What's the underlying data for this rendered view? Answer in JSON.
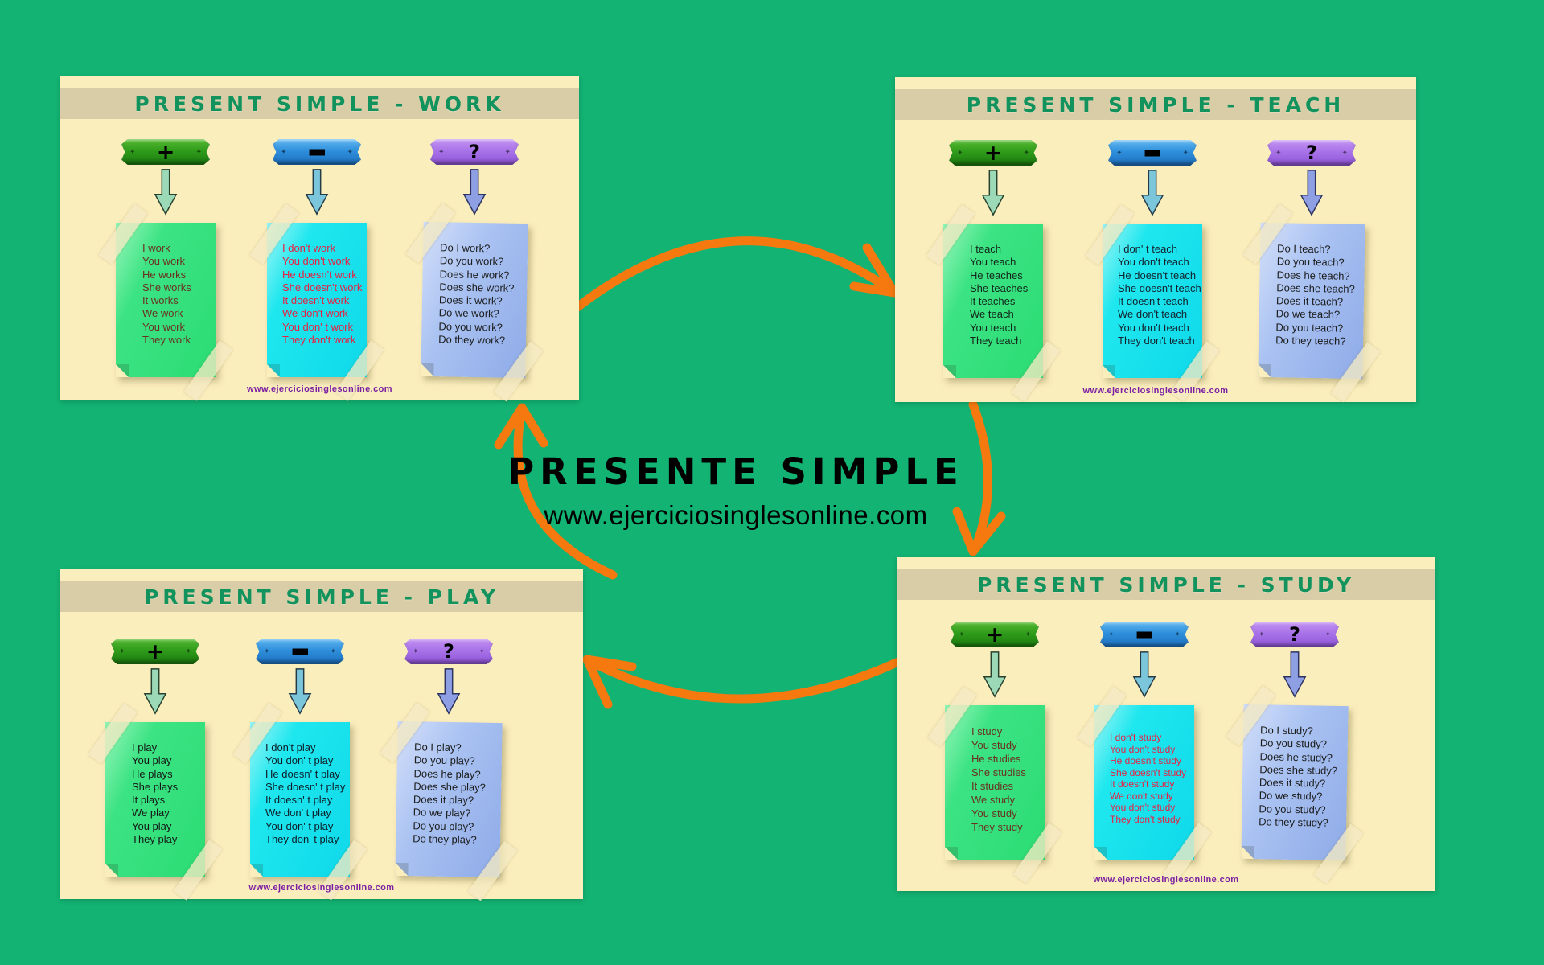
{
  "center": {
    "title": "PRESENTE SIMPLE",
    "url": "www.ejerciciosinglesonline.com"
  },
  "colors": {
    "background": "#12b373",
    "panel_background": "#fbeebd",
    "titlebar_background": "#d8cda6",
    "panel_title_text": "#12925c",
    "cycle_arrow": "#f5790f",
    "footer_url_text": "#7b1fa2",
    "center_text": "#000000",
    "badge_positive": "#2f9c1b",
    "badge_negative": "#2e8fdc",
    "badge_question": "#a873e8",
    "note_positive": "#35e77e",
    "note_negative": "#17e3ec",
    "note_question": "#a9c2f2",
    "note_question_text": "#1c1c1c"
  },
  "panels": [
    {
      "id": "work",
      "title": "PRESENT SIMPLE - WORK",
      "footer_url": "www.ejerciciosinglesonline.com",
      "text_colors": {
        "positive": "#6b2f20",
        "negative": "#ea1f42"
      },
      "columns": [
        {
          "type": "positive",
          "symbol": "+",
          "lines": [
            "I work",
            "You work",
            "He works",
            "She works",
            "It works",
            "We work",
            "You work",
            "They work"
          ]
        },
        {
          "type": "negative",
          "symbol": "-",
          "lines": [
            "I don't work",
            "You don't work",
            "He doesn't work",
            "She doesn't work",
            "It doesn't work",
            "We don't work",
            "You don' t work",
            "They don't work"
          ]
        },
        {
          "type": "question",
          "symbol": "?",
          "lines": [
            "Do I work?",
            "Do you work?",
            "Does he work?",
            "Does she work?",
            "Does it work?",
            "Do we work?",
            "Do you work?",
            "Do they work?"
          ]
        }
      ]
    },
    {
      "id": "teach",
      "title": "PRESENT SIMPLE - TEACH",
      "footer_url": "www.ejerciciosinglesonline.com",
      "text_colors": {
        "positive": "#14241a",
        "negative": "#14222e"
      },
      "columns": [
        {
          "type": "positive",
          "symbol": "+",
          "lines": [
            "I teach",
            "You teach",
            "He teaches",
            "She teaches",
            "It teaches",
            "We teach",
            "You teach",
            "They teach"
          ]
        },
        {
          "type": "negative",
          "symbol": "-",
          "lines": [
            "I don' t teach",
            "You don't teach",
            "He doesn't teach",
            "She doesn't teach",
            "It doesn't teach",
            "We don't teach",
            "You don't teach",
            "They don't teach"
          ]
        },
        {
          "type": "question",
          "symbol": "?",
          "lines": [
            "Do I teach?",
            "Do you teach?",
            "Does he teach?",
            "Does she teach?",
            "Does it teach?",
            "Do we teach?",
            "Do you teach?",
            "Do they teach?"
          ]
        }
      ]
    },
    {
      "id": "play",
      "title": "PRESENT SIMPLE - PLAY",
      "footer_url": "www.ejerciciosinglesonline.com",
      "text_colors": {
        "positive": "#161616",
        "negative": "#0e1c28"
      },
      "columns": [
        {
          "type": "positive",
          "symbol": "+",
          "lines": [
            "I play",
            "You play",
            "He plays",
            "She plays",
            "It plays",
            "We play",
            "You play",
            "They play"
          ]
        },
        {
          "type": "negative",
          "symbol": "-",
          "lines": [
            "I don't play",
            "You don' t play",
            "He doesn' t play",
            "She doesn' t play",
            "It doesn' t play",
            "We don' t play",
            "You don' t play",
            "They don' t play"
          ]
        },
        {
          "type": "question",
          "symbol": "?",
          "lines": [
            "Do I play?",
            "Do you play?",
            "Does he play?",
            "Does she play?",
            "Does it play?",
            "Do we play?",
            "Do you play?",
            "Do they play?"
          ]
        }
      ]
    },
    {
      "id": "study",
      "title": "PRESENT SIMPLE - STUDY",
      "footer_url": "www.ejerciciosinglesonline.com",
      "text_colors": {
        "positive": "#6b2f20",
        "negative": "#ea1f42"
      },
      "columns": [
        {
          "type": "positive",
          "symbol": "+",
          "lines": [
            "I study",
            "You study",
            "He studies",
            "She studies",
            "It studies",
            "We study",
            "You study",
            "They study"
          ]
        },
        {
          "type": "negative",
          "symbol": "-",
          "lines": [
            "I don't study",
            "You don't study",
            "He doesn't study",
            "She doesn't study",
            "It doesn't study",
            "We don't study",
            "You don't study",
            "They don't study"
          ]
        },
        {
          "type": "question",
          "symbol": "?",
          "lines": [
            "Do I study?",
            "Do you study?",
            "Does he study?",
            "Does she study?",
            "Does it study?",
            "Do we study?",
            "Do you study?",
            "Do they study?"
          ]
        }
      ]
    }
  ]
}
